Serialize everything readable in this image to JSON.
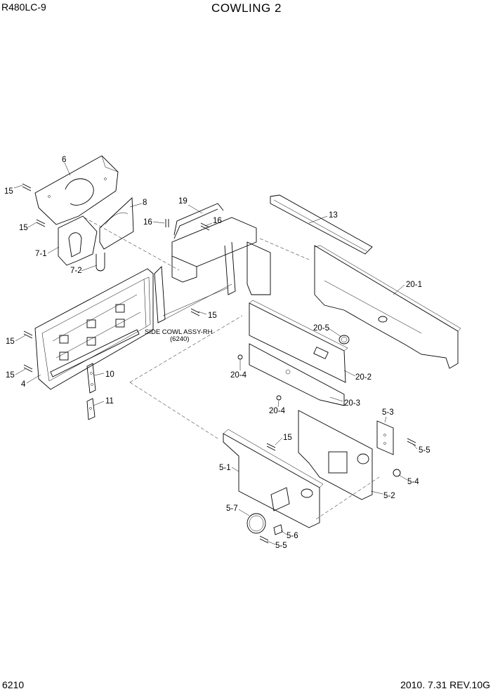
{
  "header": {
    "model": "R480LC-9",
    "title": "COWLING 2"
  },
  "footer": {
    "page_number": "6210",
    "date_revision": "2010. 7.31  REV.10G"
  },
  "callouts": {
    "c6": "6",
    "c15a": "15",
    "c15b": "15",
    "c8": "8",
    "c7_1": "7-1",
    "c7_2": "7-2",
    "c16a": "16",
    "c19": "19",
    "c16b": "16",
    "c13": "13",
    "c20_1": "20-1",
    "c15c": "15",
    "c20_5": "20-5",
    "c15d": "15",
    "c15e": "15",
    "c4": "4",
    "c10": "10",
    "c11": "11",
    "c20_4a": "20-4",
    "c20_2": "20-2",
    "c20_4b": "20-4",
    "c20_3": "20-3",
    "c5_3": "5-3",
    "c5_5a": "5-5",
    "c15f": "15",
    "c5_1": "5-1",
    "c5_4": "5-4",
    "c5_2": "5-2",
    "c5_7": "5-7",
    "c5_6": "5-6",
    "c5_5b": "5-5"
  },
  "assembly_note": {
    "line1": "SIDE COWL ASSY-RH",
    "line2": "(6240)"
  }
}
